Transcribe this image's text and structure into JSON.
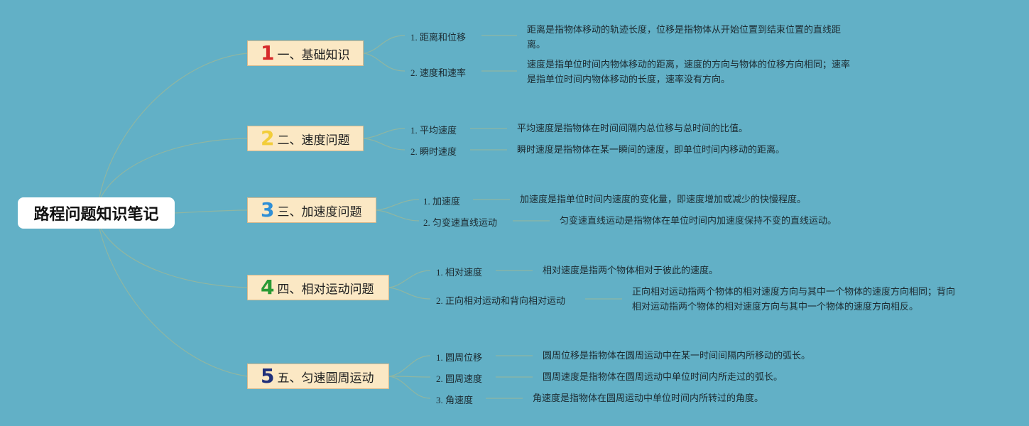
{
  "root": {
    "title": "路程问题知识笔记"
  },
  "branches": [
    {
      "number": "1",
      "color": "#d62a2a",
      "label": "一、基础知识",
      "items": [
        {
          "label": "1. 距离和位移",
          "desc": [
            "距离是指物体移动的轨迹长度，位移是指物体从开始位置到结束位置的直线距",
            "离。"
          ]
        },
        {
          "label": "2. 速度和速率",
          "desc": [
            "速度是指单位时间内物体移动的距离，速度的方向与物体的位移方向相同；速率",
            "是指单位时间内物体移动的长度，速率没有方向。"
          ]
        }
      ]
    },
    {
      "number": "2",
      "color": "#f2cd3a",
      "label": "二、速度问题",
      "items": [
        {
          "label": "1. 平均速度",
          "desc": [
            "平均速度是指物体在时间间隔内总位移与总时间的比值。"
          ]
        },
        {
          "label": "2. 瞬时速度",
          "desc": [
            "瞬时速度是指物体在某一瞬间的速度，即单位时间内移动的距离。"
          ]
        }
      ]
    },
    {
      "number": "3",
      "color": "#2f8fd6",
      "label": "三、加速度问题",
      "items": [
        {
          "label": "1. 加速度",
          "desc": [
            "加速度是指单位时间内速度的变化量，即速度增加或减少的快慢程度。"
          ]
        },
        {
          "label": "2. 匀变速直线运动",
          "desc": [
            "匀变速直线运动是指物体在单位时间内加速度保持不变的直线运动。"
          ]
        }
      ]
    },
    {
      "number": "4",
      "color": "#2a9a35",
      "label": "四、相对运动问题",
      "items": [
        {
          "label": "1. 相对速度",
          "desc": [
            "相对速度是指两个物体相对于彼此的速度。"
          ]
        },
        {
          "label": "2. 正向相对运动和背向相对运动",
          "desc": [
            "正向相对运动指两个物体的相对速度方向与其中一个物体的速度方向相同；背向",
            "相对运动指两个物体的相对速度方向与其中一个物体的速度方向相反。"
          ]
        }
      ]
    },
    {
      "number": "5",
      "color": "#1f2f7a",
      "label": "五、匀速圆周运动",
      "items": [
        {
          "label": "1. 圆周位移",
          "desc": [
            "圆周位移是指物体在圆周运动中在某一时间间隔内所移动的弧长。"
          ]
        },
        {
          "label": "2. 圆周速度",
          "desc": [
            "圆周速度是指物体在圆周运动中单位时间内所走过的弧长。"
          ]
        },
        {
          "label": "3. 角速度",
          "desc": [
            "角速度是指物体在圆周运动中单位时间内所转过的角度。"
          ]
        }
      ]
    }
  ]
}
